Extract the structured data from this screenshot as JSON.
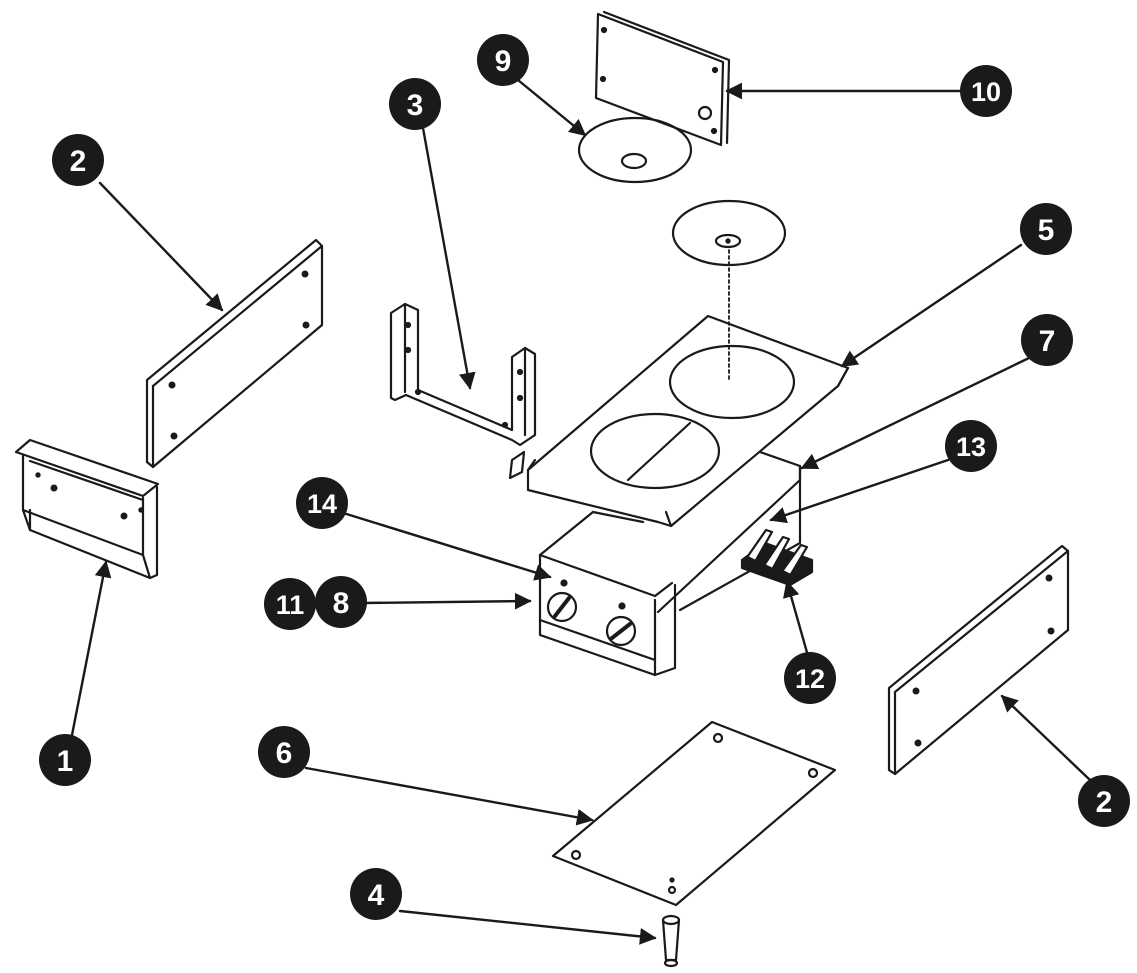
{
  "diagram": {
    "type": "exploded-parts-view",
    "callouts": {
      "c1": "1",
      "c2a": "2",
      "c2b": "2",
      "c3": "3",
      "c4": "4",
      "c5": "5",
      "c6": "6",
      "c7": "7",
      "c8": "8",
      "c9": "9",
      "c10": "10",
      "c11": "11",
      "c12": "12",
      "c13": "13",
      "c14": "14"
    },
    "colors": {
      "line": "#1a1a1a",
      "callout_fill": "#1a1a1a",
      "callout_text": "#ffffff",
      "background": "#ffffff"
    }
  }
}
